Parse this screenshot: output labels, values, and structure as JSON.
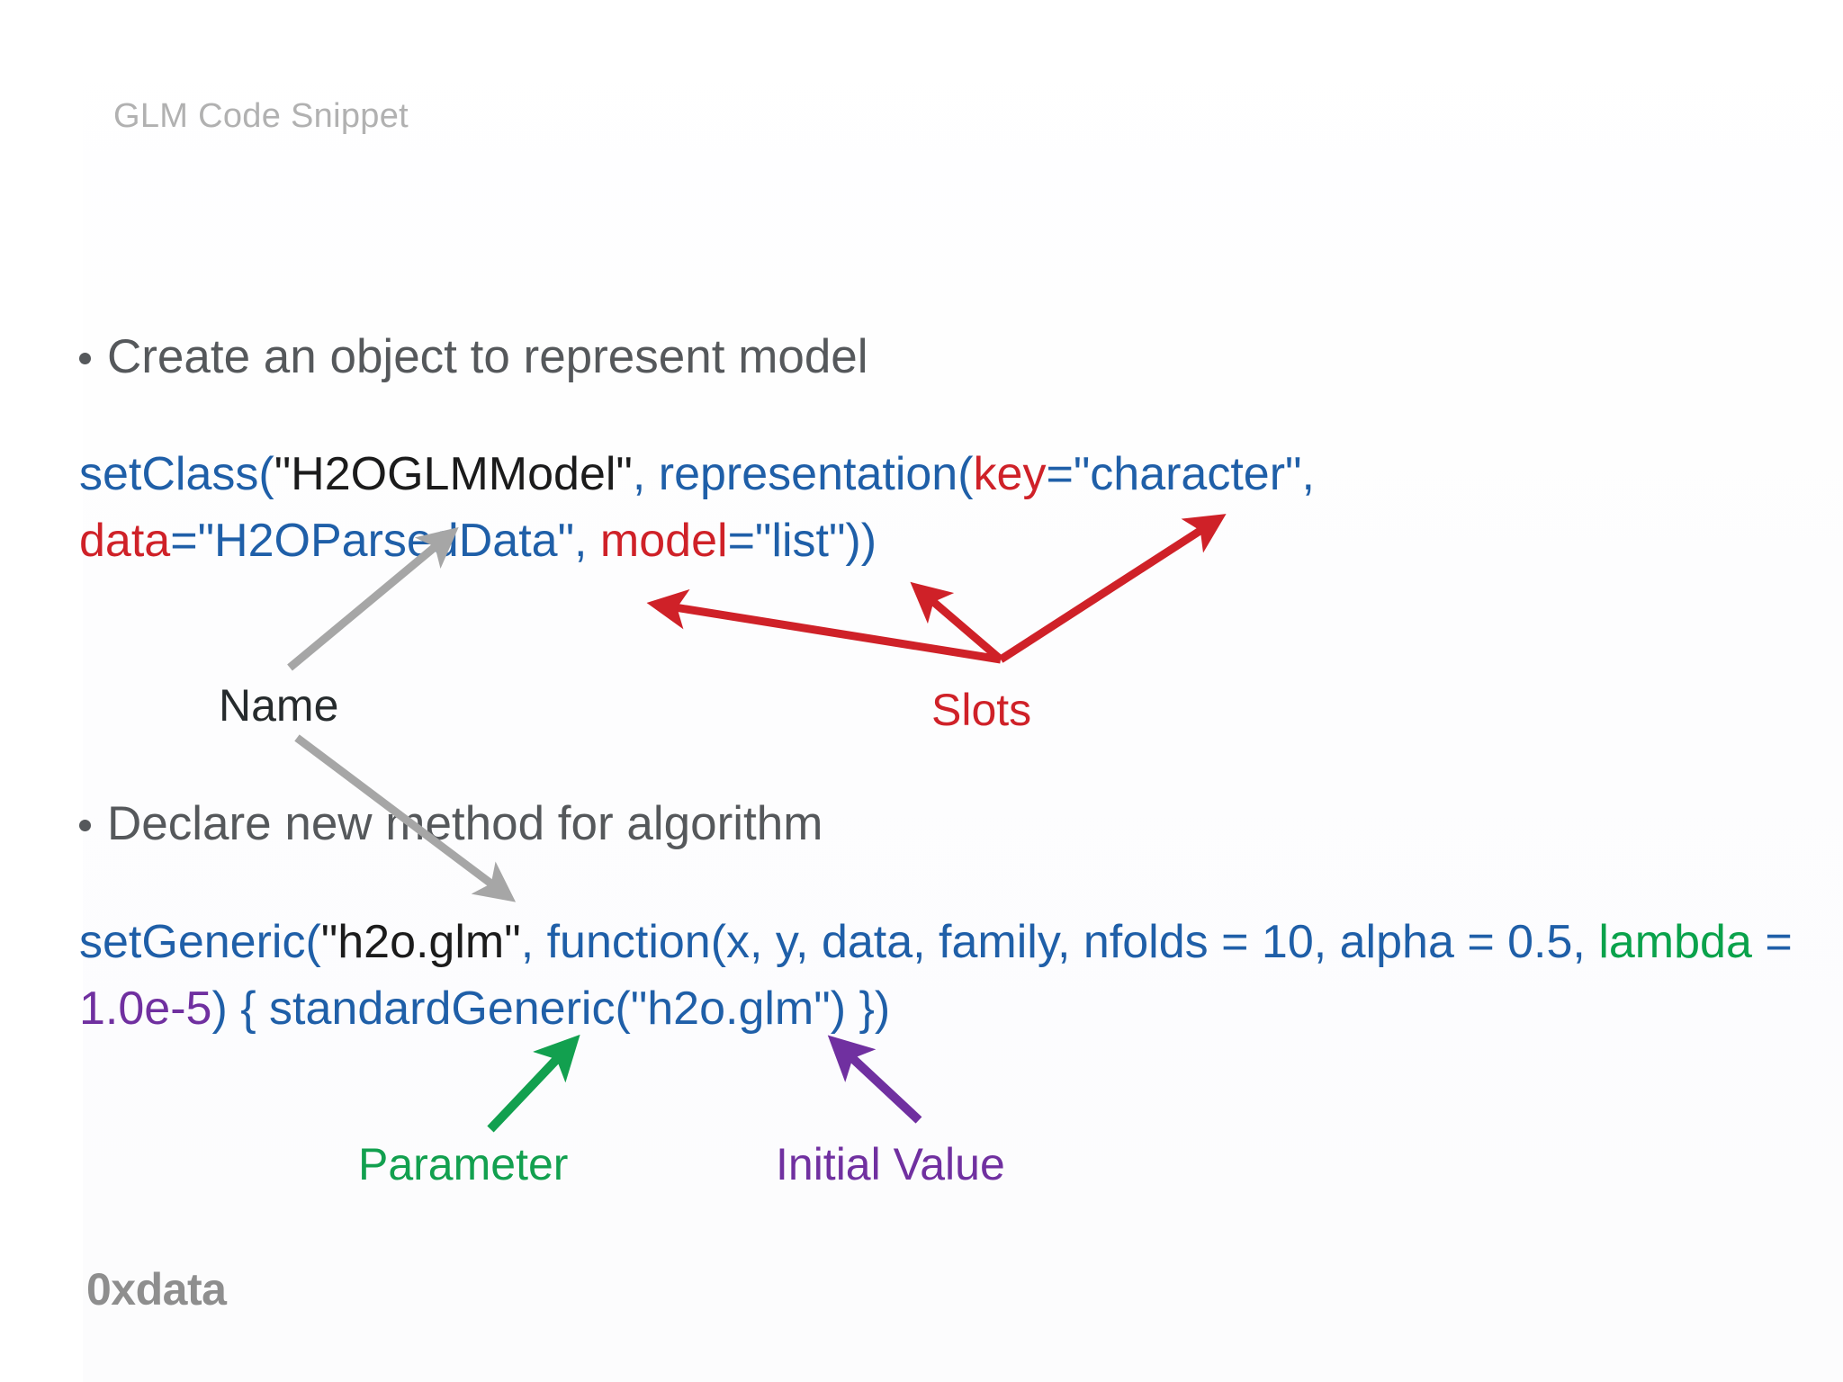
{
  "slide": {
    "title": "GLM Code Snippet",
    "background_color": "#ffffff",
    "logo_text": "0xdata"
  },
  "bullets": [
    {
      "text": "Create an object to represent model"
    },
    {
      "text": "Declare new method for algorithm"
    }
  ],
  "code_blocks": [
    {
      "id": "setclass",
      "full_text": "setClass(\"H2OGLMModel\", representation(key=\"character\", data=\"H2OParsedData\", model=\"list\"))",
      "tokens": [
        {
          "t": "setClass(",
          "color": "blue"
        },
        {
          "t": "\"H2OGLMModel\"",
          "color": "black"
        },
        {
          "t": ", representation(",
          "color": "blue"
        },
        {
          "t": "key",
          "color": "red"
        },
        {
          "t": "=\"character\", ",
          "color": "blue"
        },
        {
          "t": "data",
          "color": "red"
        },
        {
          "t": "=\"H2OParsedData\", ",
          "color": "blue"
        },
        {
          "t": "model",
          "color": "red"
        },
        {
          "t": "=\"list\"))",
          "color": "blue"
        }
      ]
    },
    {
      "id": "setgeneric",
      "full_text": "setGeneric(\"h2o.glm\", function(x, y, data, family, nfolds = 10, alpha = 0.5, lambda = 1.0e-5) { standardGeneric(\"h2o.glm\") })",
      "tokens": [
        {
          "t": "setGeneric(",
          "color": "blue"
        },
        {
          "t": "\"h2o.glm\"",
          "color": "black"
        },
        {
          "t": ", function(x, y, data, family, nfolds = 10, alpha = 0.5, ",
          "color": "blue"
        },
        {
          "t": "lambda",
          "color": "green"
        },
        {
          "t": " = ",
          "color": "blue"
        },
        {
          "t": "1.0e-5",
          "color": "purple"
        },
        {
          "t": ") { standardGeneric(\"h2o.glm\") })",
          "color": "blue"
        }
      ]
    }
  ],
  "annotations": [
    {
      "id": "name",
      "label": "Name",
      "color": "#262b2d",
      "arrow_color": "#a6a6a6"
    },
    {
      "id": "slots",
      "label": "Slots",
      "color": "#cf2128",
      "arrow_color": "#cf2128"
    },
    {
      "id": "parameter",
      "label": "Parameter",
      "color": "#12a04f",
      "arrow_color": "#12a04f"
    },
    {
      "id": "initial-value",
      "label": "Initial Value",
      "color": "#7030a0",
      "arrow_color": "#7030a0"
    }
  ],
  "colors": {
    "blue": "#1f5fa8",
    "black": "#1b1b1b",
    "red": "#cf2128",
    "green": "#0aa24b",
    "purple": "#7030a0",
    "gray_arrow": "#a6a6a6",
    "title_gray": "#b1b1b1",
    "body_gray": "#55585b",
    "logo_gray": "#8e8e8e"
  }
}
